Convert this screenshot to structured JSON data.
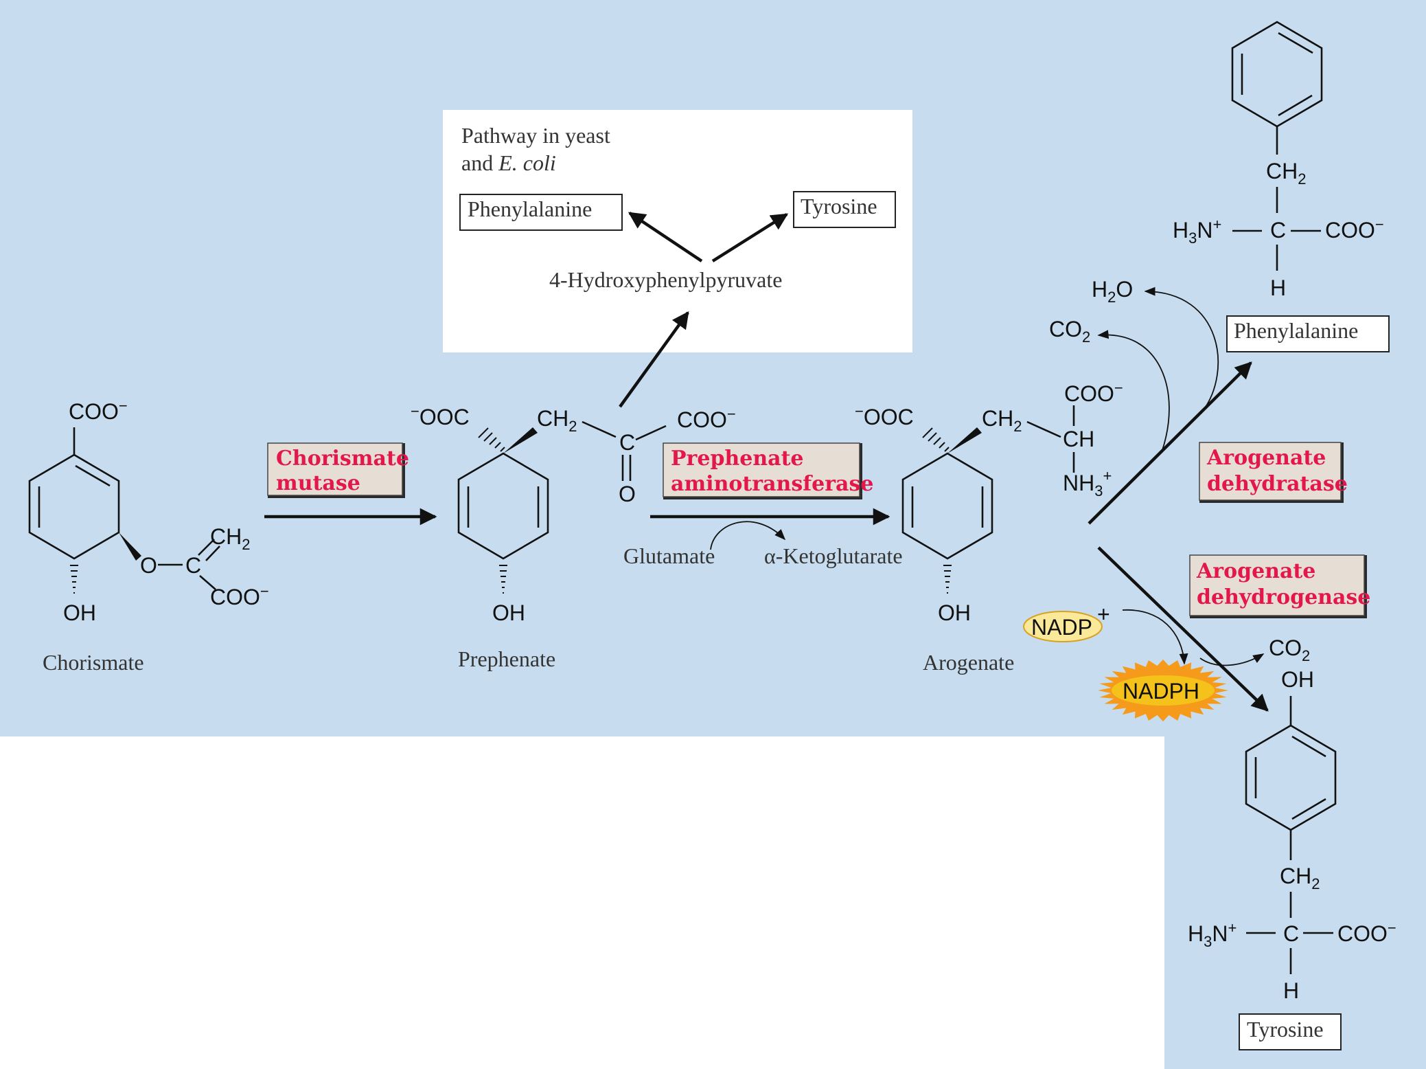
{
  "colors": {
    "background": "#c7ddef",
    "enzyme_box_fill": "#e6ddd5",
    "enzyme_text": "#e3174a",
    "nadp_fill": "#fbe99a",
    "nadph_fill": "#f4c21b",
    "nadph_burst": "#f59a1a"
  },
  "compounds": {
    "chorismate": "Chorismate",
    "prephenate": "Prephenate",
    "arogenate": "Arogenate",
    "phenylalanine": "Phenylalanine",
    "tyrosine": "Tyrosine"
  },
  "enzymes": {
    "chorismate_mutase": [
      "Chorismate",
      "mutase"
    ],
    "prephenate_aminotransferase": [
      "Prephenate",
      "aminotransferase"
    ],
    "arogenate_dehydratase": [
      "Arogenate",
      "dehydratase"
    ],
    "arogenate_dehydrogenase": [
      "Arogenate",
      "dehydrogenase"
    ]
  },
  "cosubstrates": {
    "glutamate": "Glutamate",
    "ketoglutarate": "α-Ketoglutarate",
    "h2o": "H2O",
    "co2": "CO2",
    "nadp": "NADP",
    "nadp_charge": "+",
    "nadph": "NADPH"
  },
  "inset": {
    "title_line1": "Pathway in yeast",
    "title_line2_prefix": "and ",
    "title_line2_italic": "E. coli",
    "intermediate": "4-Hydroxyphenylpyruvate",
    "product_left": "Phenylalanine",
    "product_right": "Tyrosine"
  },
  "groups": {
    "coo_minus": "COO",
    "ooc_minus": "OOC",
    "ch2": "CH",
    "oh": "OH",
    "o": "O",
    "c": "C",
    "ch": "CH",
    "nh3": "NH",
    "h3n": "H",
    "h": "H",
    "minus": "−",
    "plus": "+",
    "two": "2",
    "three": "3"
  }
}
